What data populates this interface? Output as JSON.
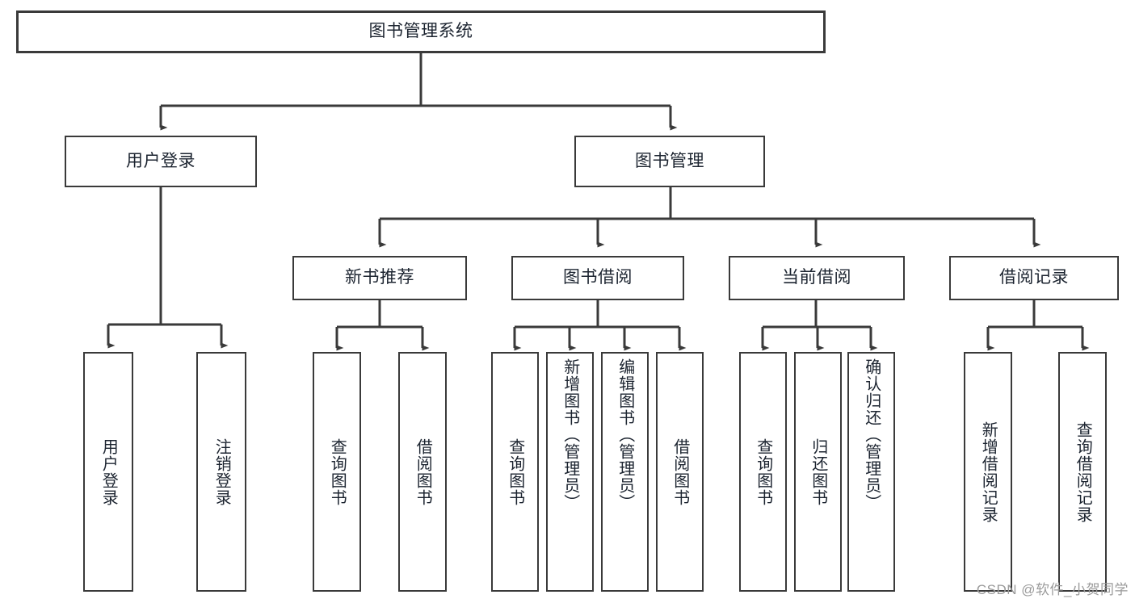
{
  "diagram": {
    "type": "hierarchy-tree",
    "title": "图书管理系统",
    "colors": {
      "box_border": "#3a3a3a",
      "box_fill": "#ffffff",
      "text": "#1c2430",
      "connector": "#3a3a3a",
      "watermark": "#9a9a9a"
    },
    "levels": {
      "level1": [
        "图书管理系统"
      ],
      "level2": [
        "用户登录",
        "图书管理"
      ],
      "level3": [
        "新书推荐",
        "图书借阅",
        "当前借阅",
        "借阅记录"
      ],
      "level4": [
        "用户登录",
        "注销登录",
        "查询图书",
        "借阅图书",
        "查询图书",
        "新增图书（管理员）",
        "编辑图书（管理员）",
        "借阅图书",
        "查询图书",
        "归还图书",
        "确认归还（管理员）",
        "新增借阅记录",
        "查询借阅记录"
      ]
    },
    "nodes": {
      "root": {
        "label": "图书管理系统"
      },
      "user_login": {
        "label": "用户登录"
      },
      "book_manage": {
        "label": "图书管理"
      },
      "new_book_rec": {
        "label": "新书推荐"
      },
      "book_borrow": {
        "label": "图书借阅"
      },
      "current_borrow": {
        "label": "当前借阅"
      },
      "borrow_record": {
        "label": "借阅记录"
      },
      "leaf_user_login": {
        "label": "用户登录"
      },
      "leaf_logout": {
        "label": "注销登录"
      },
      "leaf_query_book_1": {
        "label": "查询图书"
      },
      "leaf_borrow_book_1": {
        "label": "借阅图书"
      },
      "leaf_query_book_2": {
        "label": "查询图书"
      },
      "leaf_add_book": {
        "label": "新增图书（管理员）"
      },
      "leaf_edit_book": {
        "label": "编辑图书（管理员）"
      },
      "leaf_borrow_book_2": {
        "label": "借阅图书"
      },
      "leaf_query_book_3": {
        "label": "查询图书"
      },
      "leaf_return_book": {
        "label": "归还图书"
      },
      "leaf_confirm_return": {
        "label": "确认归还（管理员）"
      },
      "leaf_add_record": {
        "label": "新增借阅记录"
      },
      "leaf_query_record": {
        "label": "查询借阅记录"
      }
    }
  },
  "watermark": {
    "text": "CSDN @软件_小贺同学"
  }
}
